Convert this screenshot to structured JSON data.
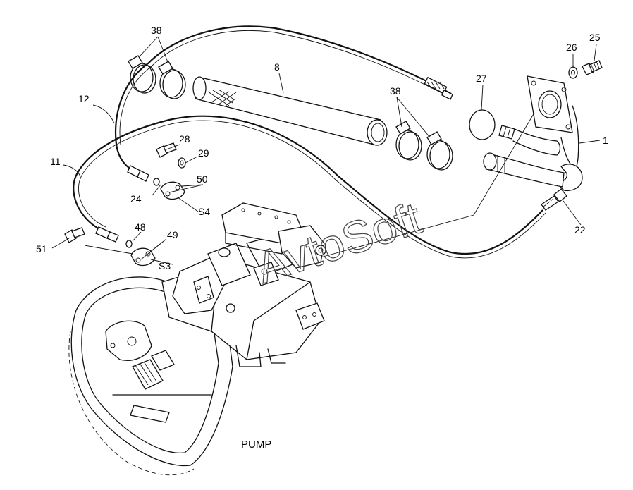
{
  "diagram": {
    "caption": "PUMP",
    "watermark": "AvtoSoft",
    "callouts": [
      {
        "id": "c38a",
        "text": "38"
      },
      {
        "id": "c8",
        "text": "8"
      },
      {
        "id": "c38b",
        "text": "38"
      },
      {
        "id": "c26",
        "text": "26"
      },
      {
        "id": "c25",
        "text": "25"
      },
      {
        "id": "c27",
        "text": "27"
      },
      {
        "id": "c12",
        "text": "12"
      },
      {
        "id": "c1",
        "text": "1"
      },
      {
        "id": "c28",
        "text": "28"
      },
      {
        "id": "c29",
        "text": "29"
      },
      {
        "id": "c11",
        "text": "11"
      },
      {
        "id": "c50",
        "text": "50"
      },
      {
        "id": "c24",
        "text": "24"
      },
      {
        "id": "cS4",
        "text": "S4"
      },
      {
        "id": "c22",
        "text": "22"
      },
      {
        "id": "c48",
        "text": "48"
      },
      {
        "id": "c49",
        "text": "49"
      },
      {
        "id": "c51",
        "text": "51"
      },
      {
        "id": "cS3",
        "text": "S3"
      }
    ]
  }
}
